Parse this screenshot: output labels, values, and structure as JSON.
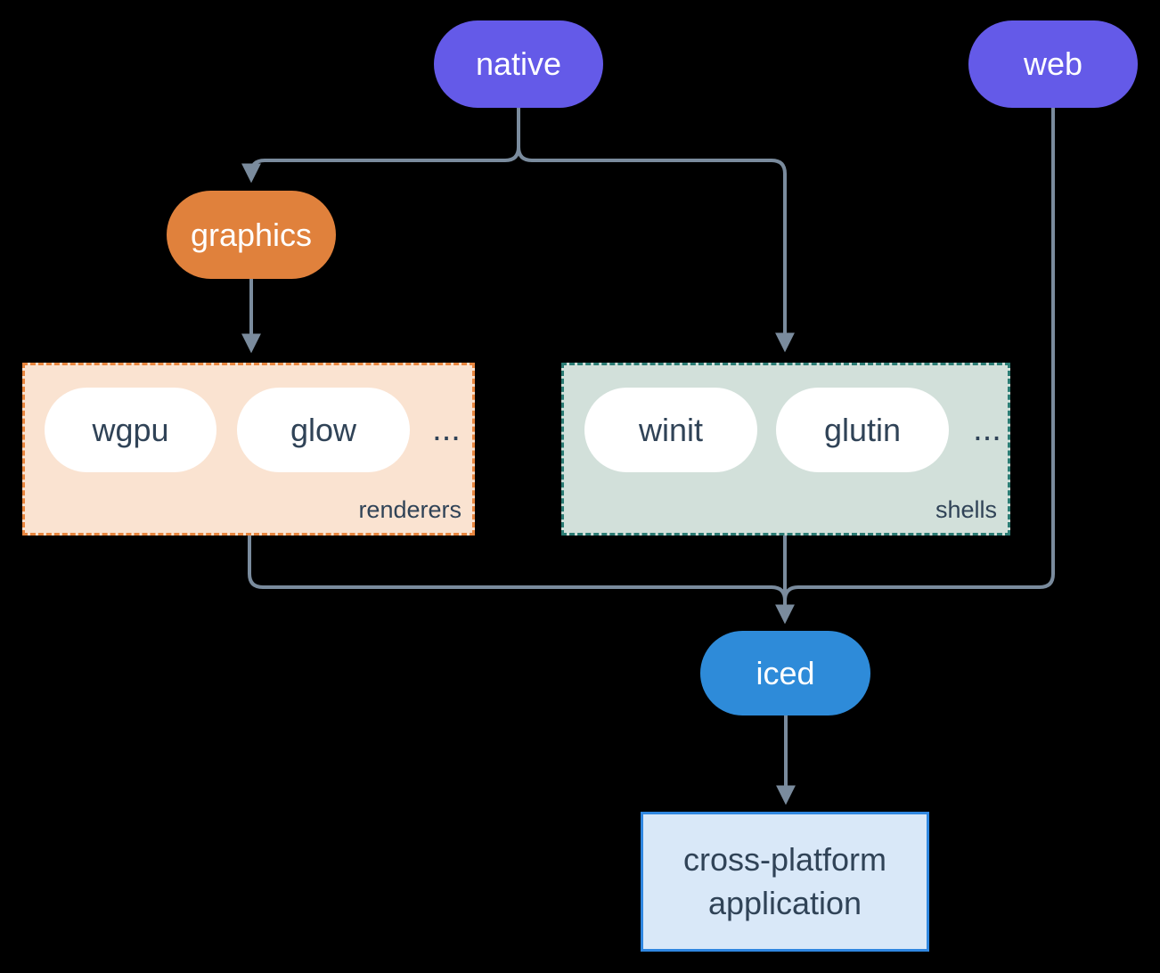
{
  "colors": {
    "background": "#000000",
    "purple": "#645AE8",
    "orange": "#E0813C",
    "blue": "#2E8BD9",
    "line": "#7A8B9D",
    "pill_text": "#304357",
    "renderers_bg": "#FAE3D1",
    "renderers_border": "#E8863F",
    "shells_bg": "#D2E0DA",
    "shells_border": "#2B7C74",
    "app_bg": "#D9E8F8",
    "app_border": "#3087E0"
  },
  "nodes": {
    "native": {
      "label": "native"
    },
    "web": {
      "label": "web"
    },
    "graphics": {
      "label": "graphics"
    },
    "iced": {
      "label": "iced"
    },
    "app": {
      "line1": "cross-platform",
      "line2": "application"
    }
  },
  "groups": {
    "renderers": {
      "label": "renderers",
      "items": [
        "wgpu",
        "glow"
      ],
      "ellipsis": "..."
    },
    "shells": {
      "label": "shells",
      "items": [
        "winit",
        "glutin"
      ],
      "ellipsis": "..."
    }
  }
}
